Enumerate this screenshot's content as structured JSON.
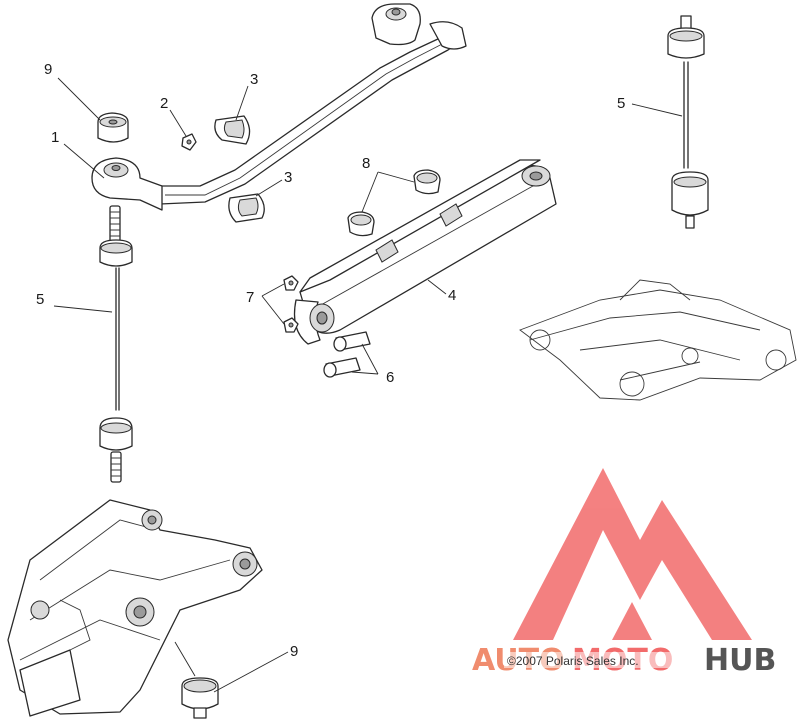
{
  "diagram": {
    "callouts": {
      "c1": "1",
      "c2": "2",
      "c3a": "3",
      "c3b": "3",
      "c4": "4",
      "c5a": "5",
      "c5b": "5",
      "c6": "6",
      "c7": "7",
      "c8": "8",
      "c9a": "9",
      "c9b": "9"
    },
    "copyright": "©2007 Polaris Sales Inc."
  },
  "watermark": {
    "word_left": "AUTO",
    "word_mid": "MOTO",
    "word_right": "HUB",
    "colors": {
      "accent": "#f08c6e",
      "logo": "#f26b6b",
      "dark": "#555555"
    }
  }
}
